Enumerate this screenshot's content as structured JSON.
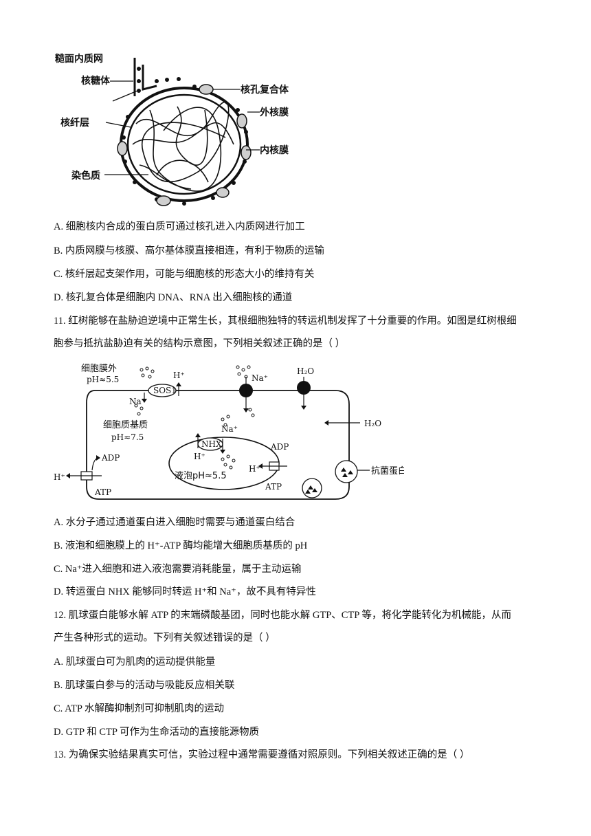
{
  "figure1": {
    "labels": [
      "糙面内质网",
      "核糖体",
      "核纤层",
      "染色质",
      "核孔复合体",
      "外核膜",
      "内核膜"
    ]
  },
  "q10": {
    "options": [
      "A.  细胞核内合成的蛋白质可通过核孔进入内质网进行加工",
      "B.  内质网膜与核膜、高尔基体膜直接相连，有利于物质的运输",
      "C.  核纤层起支架作用，可能与细胞核的形态大小的维持有关",
      "D.  核孔复合体是细胞内 DNA、RNA 出入细胞核的通道"
    ]
  },
  "q11": {
    "stem_line1": "11.  红树能够在盐胁迫逆境中正常生长，其根细胞独特的转运机制发挥了十分重要的作用。如图是红树根细",
    "stem_line2": "胞参与抵抗盐胁迫有关的结构示意图，下列相关叙述正确的是（        ）",
    "options": [
      "A.  水分子通过通道蛋白进入细胞时需要与通道蛋白结合",
      "B.  液泡和细胞膜上的 H⁺-ATP 酶均能增大细胞质基质的 pH",
      "C. Na⁺进入细胞和进入液泡需要消耗能量，属于主动运输",
      "D.  转运蛋白 NHX 能够同时转运 H⁺和 Na⁺，故不具有特异性"
    ]
  },
  "figure2": {
    "outside_label": "细胞膜外",
    "outside_ph": "pH≈5.5",
    "cytosol_label": "细胞质基质",
    "cytosol_ph": "pH≈7.5",
    "vacuole_label": "液泡pH≈5.5",
    "sos1": "SOS1",
    "nhx": "NHX",
    "h_plus": "H⁺",
    "na_plus": "Na⁺",
    "h2o": "H₂O",
    "adp": "ADP",
    "atp": "ATP",
    "antibacterial": "抗菌蛋白"
  },
  "q12": {
    "stem_line1": "12.  肌球蛋白能够水解 ATP 的末端磷酸基团，同时也能水解 GTP、CTP 等，将化学能转化为机械能，从而",
    "stem_line2": "产生各种形式的运动。下列有关叙述错误的是（        ）",
    "options": [
      "A.  肌球蛋白可为肌肉的运动提供能量",
      "B.  肌球蛋白参与的活动与吸能反应相关联",
      "C. ATP 水解酶抑制剂可抑制肌肉的运动",
      "D. GTP 和 CTP 可作为生命活动的直接能源物质"
    ]
  },
  "q13": {
    "stem_line1": "13.  为确保实验结果真实可信，实验过程中通常需要遵循对照原则。下列相关叙述正确的是（        ）"
  }
}
